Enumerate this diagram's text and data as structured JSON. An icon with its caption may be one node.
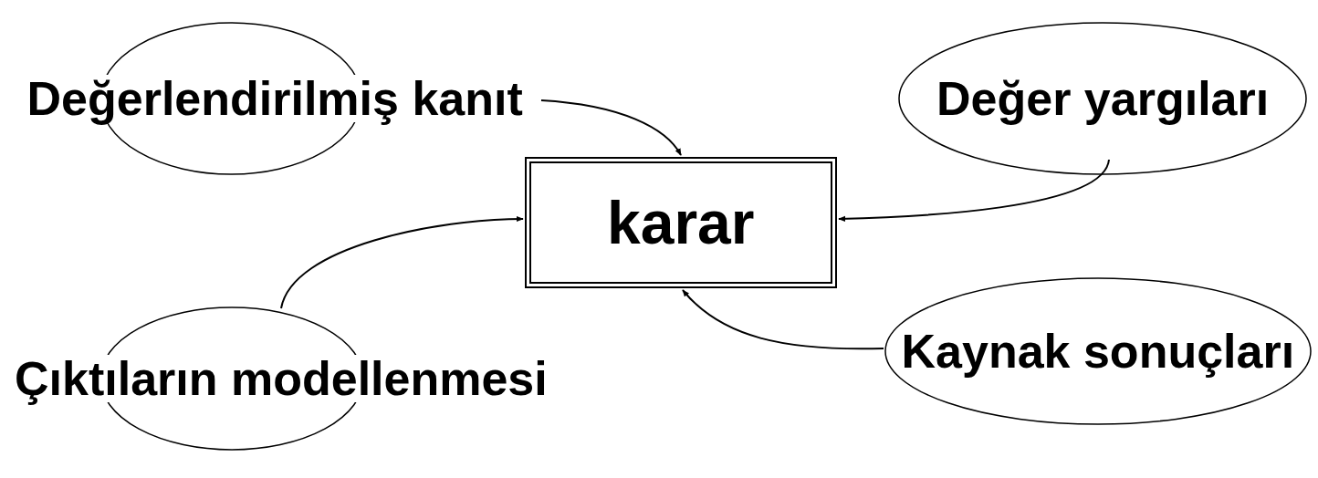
{
  "diagram": {
    "nodes": [
      {
        "text": [
          "Değerlendirilmiş kanıt"
        ]
      },
      {
        "text": [
          "Değer yargıları"
        ]
      },
      {
        "text": [
          "karar"
        ]
      },
      {
        "text": [
          "Kaynak sonuçları"
        ]
      },
      {
        "text": [
          "Çıktıların modellenmesi"
        ]
      }
    ],
    "edges": [
      {
        "from": 0,
        "to": 2,
        "arrow": "to"
      },
      {
        "from": 1,
        "to": 2,
        "arrow": "to"
      },
      {
        "from": 4,
        "to": 2,
        "arrow": "to"
      },
      {
        "from": 3,
        "to": 2,
        "arrow": "to"
      }
    ]
  }
}
